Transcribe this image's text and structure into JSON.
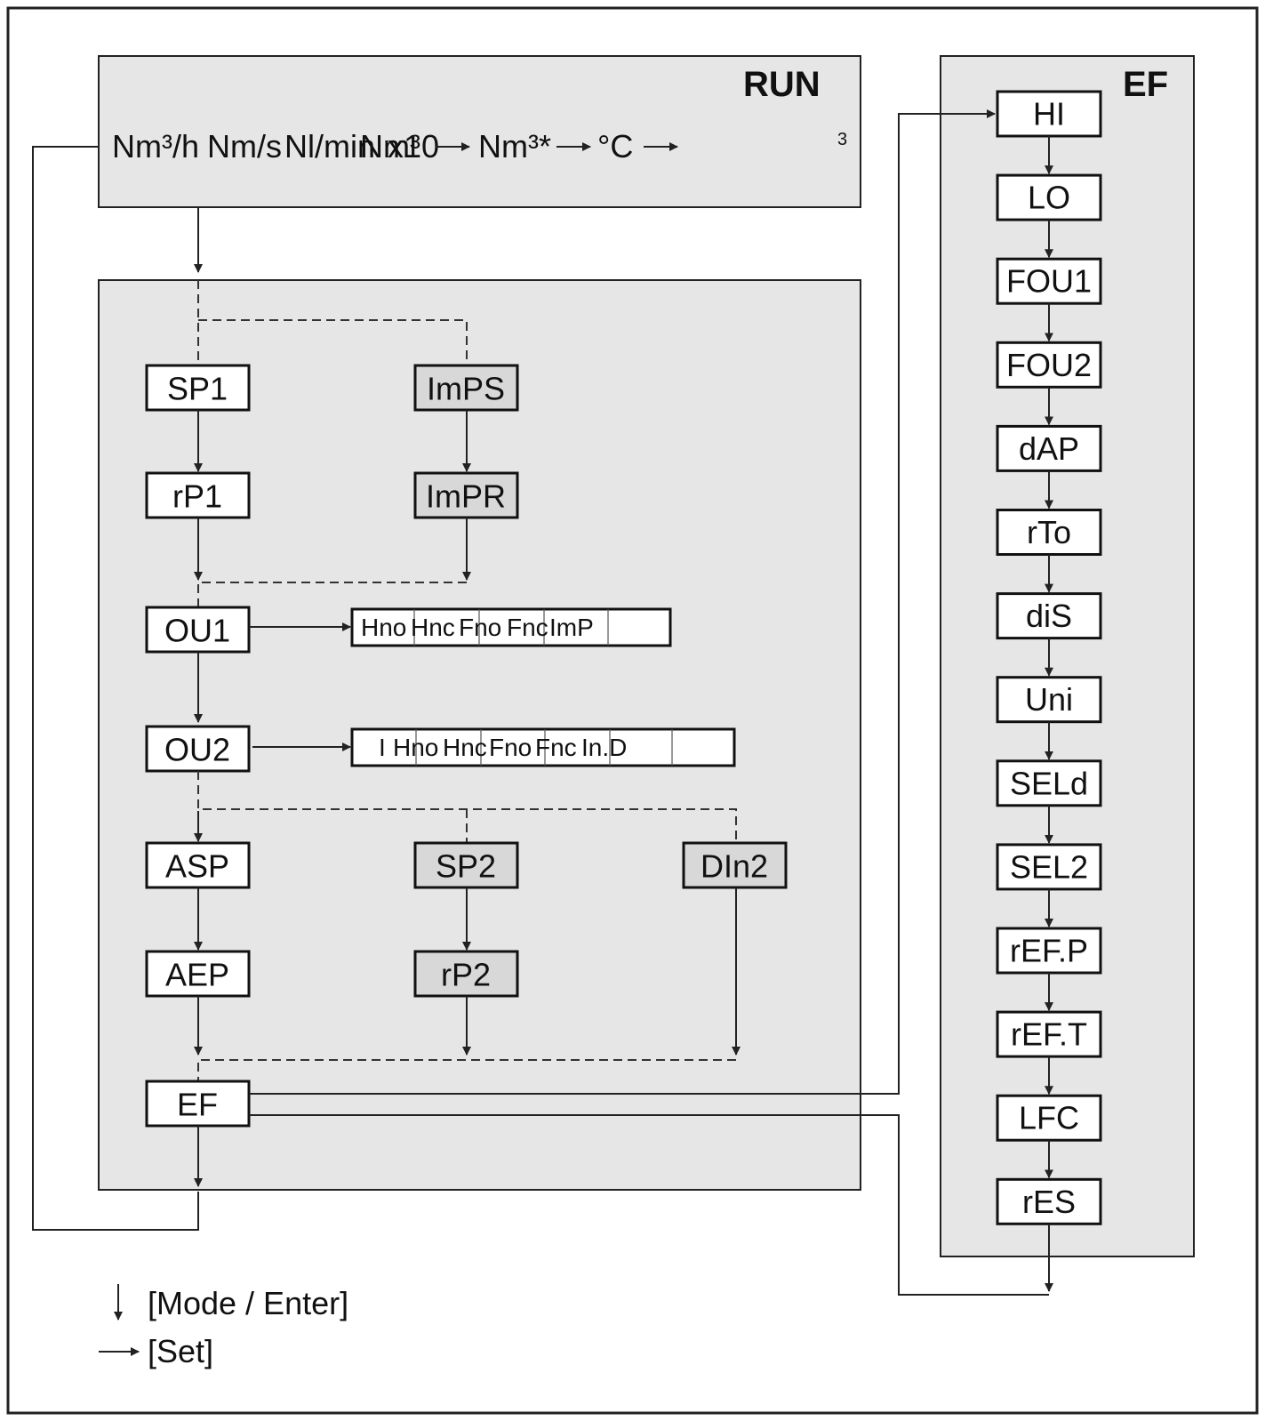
{
  "run": {
    "title": "RUN",
    "units": [
      "Nm³/h",
      "Nm/s",
      "Nl/min",
      "Nm³",
      "x10",
      "Nm³*",
      "°C"
    ],
    "superscript": "3"
  },
  "ef": {
    "title": "EF",
    "items": [
      "HI",
      "LO",
      "FOU1",
      "FOU2",
      "dAP",
      "rTo",
      "diS",
      "Uni",
      "SELd",
      "SEL2",
      "rEF.P",
      "rEF.T",
      "LFC",
      "rES"
    ]
  },
  "menu": {
    "sp1": "SP1",
    "rp1": "rP1",
    "imps": "ImPS",
    "impr": "ImPR",
    "ou1": "OU1",
    "ou2": "OU2",
    "asp": "ASP",
    "aep": "AEP",
    "sp2": "SP2",
    "rp2": "rP2",
    "din2": "DIn2",
    "ef": "EF"
  },
  "ou1_options": [
    "Hno",
    "Hnc",
    "Fno",
    "Fnc",
    "ImP",
    ""
  ],
  "ou2_options": [
    "I",
    "Hno",
    "Hnc",
    "Fno",
    "Fnc",
    "In.D",
    ""
  ],
  "legend": {
    "mode_enter": "[Mode / Enter]",
    "set": "[Set]"
  },
  "colors": {
    "panel": "#e6e6e6",
    "grey_box": "#d8d8d8"
  }
}
